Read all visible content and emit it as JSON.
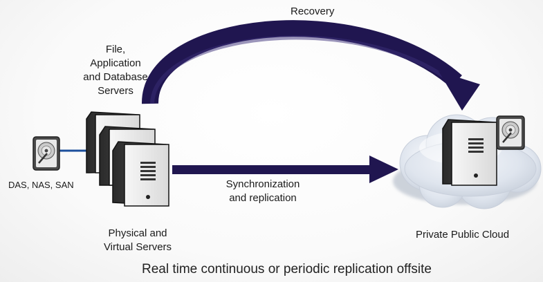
{
  "labels": {
    "recovery": "Recovery",
    "file_servers": "File,\nApplication\nand Database\nServers",
    "storage": "DAS, NAS, SAN",
    "sync": "Synchronization\nand replication",
    "physical_servers": "Physical and\nVirtual Servers",
    "cloud": "Private Public Cloud",
    "caption": "Real time continuous or periodic replication offsite"
  },
  "colors": {
    "arrow": "#201650",
    "link": "#1b4f9c",
    "server_dark": "#1c1c1c",
    "server_light": "#f4f4f4",
    "cloud": "#dde4ee"
  },
  "icons": [
    "hard-drive-icon",
    "server-rack-icon",
    "cloud-icon"
  ]
}
